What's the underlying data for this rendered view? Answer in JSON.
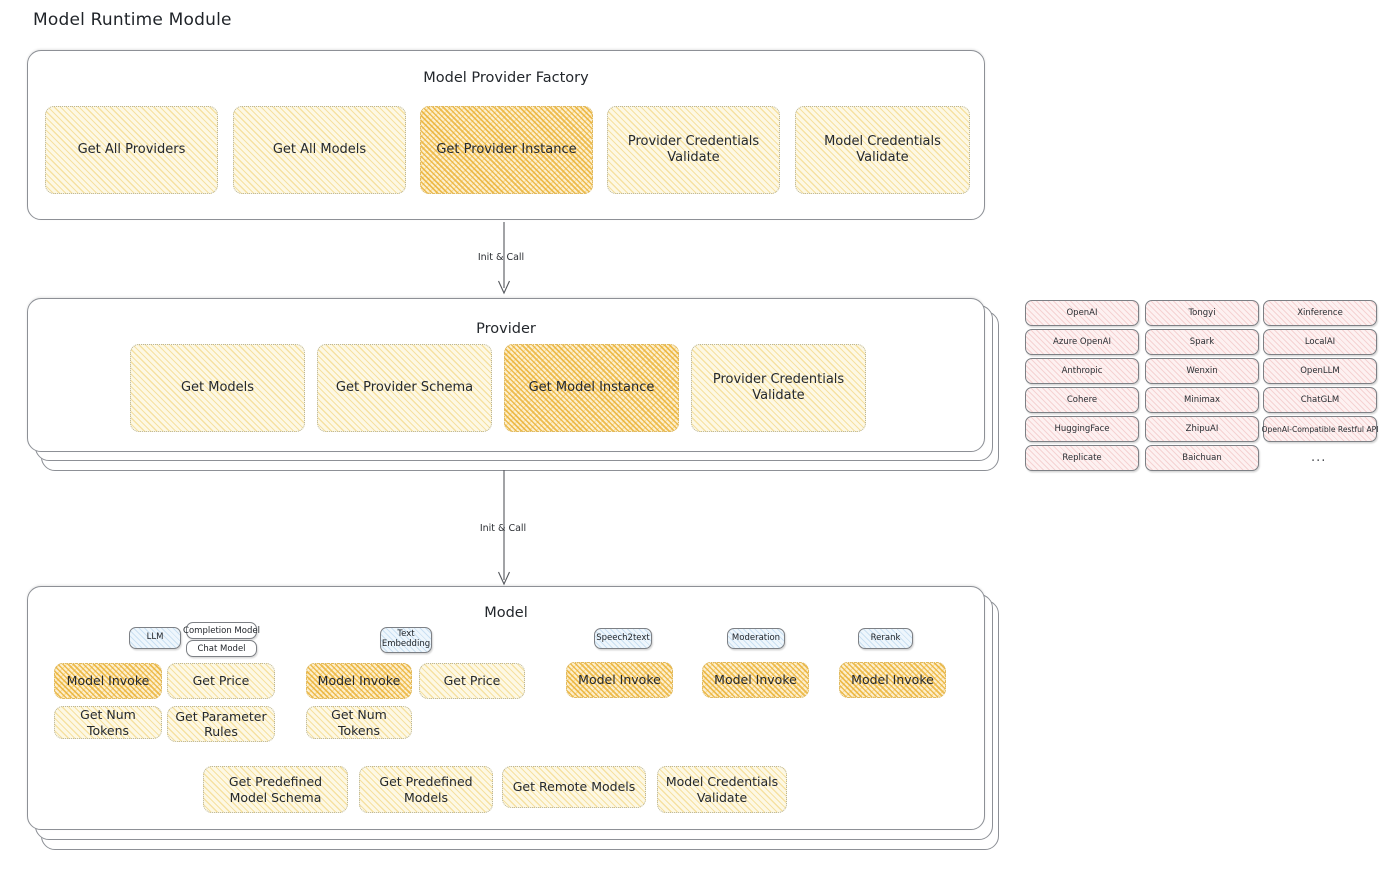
{
  "page": {
    "title": "Model Runtime Module"
  },
  "factory": {
    "title": "Model Provider Factory",
    "boxes": [
      {
        "label": "Get All Providers",
        "highlighted": false
      },
      {
        "label": "Get All Models",
        "highlighted": false
      },
      {
        "label": "Get Provider Instance",
        "highlighted": true
      },
      {
        "label": "Provider Credentials Validate",
        "highlighted": false
      },
      {
        "label": "Model Credentials Validate",
        "highlighted": false
      }
    ]
  },
  "arrows": {
    "factory_to_provider": "Init & Call",
    "provider_to_model": "Init & Call"
  },
  "provider": {
    "title": "Provider",
    "boxes": [
      {
        "label": "Get Models",
        "highlighted": false
      },
      {
        "label": "Get Provider Schema",
        "highlighted": false
      },
      {
        "label": "Get Model Instance",
        "highlighted": true
      },
      {
        "label": "Provider Credentials Validate",
        "highlighted": false
      }
    ]
  },
  "provider_list": {
    "column1": [
      "OpenAI",
      "Azure OpenAI",
      "Anthropic",
      "Cohere",
      "HuggingFace",
      "Replicate"
    ],
    "column2": [
      "Tongyi",
      "Spark",
      "Wenxin",
      "Minimax",
      "ZhipuAI",
      "Baichuan"
    ],
    "column3": [
      "Xinference",
      "LocalAI",
      "OpenLLM",
      "ChatGLM",
      "OpenAI-Compatible Restful API"
    ],
    "more": "..."
  },
  "model": {
    "title": "Model",
    "more": "...",
    "types": [
      {
        "name": "LLM",
        "subtags": [
          "Completion Model",
          "Chat Model"
        ]
      },
      {
        "name": "Text Embedding",
        "subtags": []
      },
      {
        "name": "Speech2text",
        "subtags": []
      },
      {
        "name": "Moderation",
        "subtags": []
      },
      {
        "name": "Rerank",
        "subtags": []
      }
    ],
    "columns": [
      {
        "type": "LLM",
        "boxes": [
          {
            "label": "Model Invoke",
            "highlighted": true
          },
          {
            "label": "Get Price",
            "highlighted": false
          },
          {
            "label": "Get Num Tokens",
            "highlighted": false
          },
          {
            "label": "Get Parameter Rules",
            "highlighted": false
          }
        ]
      },
      {
        "type": "Text Embedding",
        "boxes": [
          {
            "label": "Model Invoke",
            "highlighted": true
          },
          {
            "label": "Get Price",
            "highlighted": false
          },
          {
            "label": "Get Num Tokens",
            "highlighted": false
          }
        ]
      },
      {
        "type": "Speech2text",
        "boxes": [
          {
            "label": "Model Invoke",
            "highlighted": true
          }
        ]
      },
      {
        "type": "Moderation",
        "boxes": [
          {
            "label": "Model Invoke",
            "highlighted": true
          }
        ]
      },
      {
        "type": "Rerank",
        "boxes": [
          {
            "label": "Model Invoke",
            "highlighted": true
          }
        ]
      }
    ],
    "shared_boxes": [
      {
        "label": "Get Predefined Model Schema",
        "highlighted": false
      },
      {
        "label": "Get Predefined Models",
        "highlighted": false
      },
      {
        "label": "Get Remote Models",
        "highlighted": false
      },
      {
        "label": "Model Credentials Validate",
        "highlighted": false
      }
    ]
  },
  "colors": {
    "box_fill": "#fdf8e4",
    "box_hatch": "#f0ce6a",
    "box_highlight_fill": "#fdefcd",
    "box_highlight_hatch": "#eab236",
    "provider_pill_fill": "#fdf1f1",
    "provider_pill_hatch": "#e9a0a0",
    "model_tag_fill": "#eef6fc",
    "model_tag_hatch": "#96c0e2",
    "panel_border": "#8d9096",
    "text": "#24282d"
  }
}
